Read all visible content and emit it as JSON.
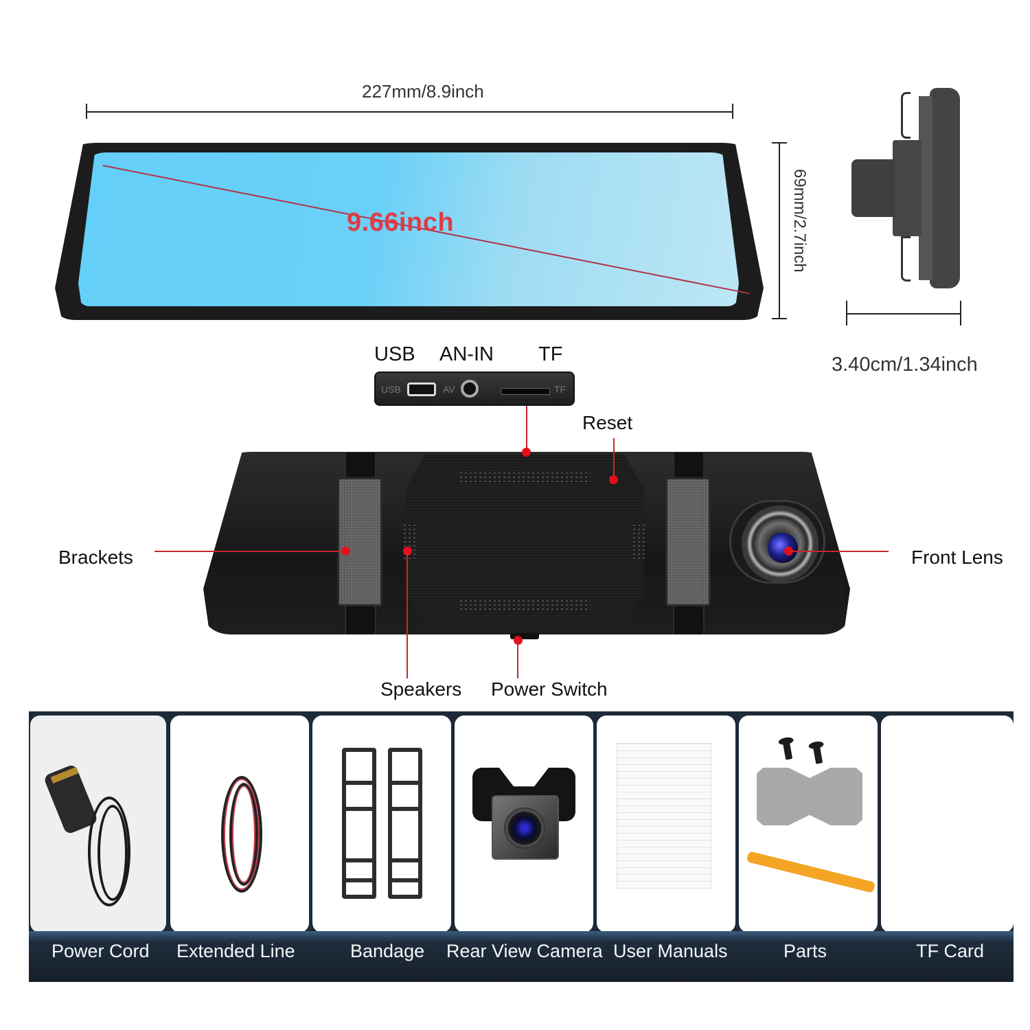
{
  "dimensions": {
    "width_label": "227mm/8.9inch",
    "height_label": "69mm/2.7inch",
    "depth_label": "3.40cm/1.34inch",
    "screen_diagonal_label": "9.66inch"
  },
  "ports": {
    "labels": [
      "USB",
      "AN-IN",
      "TF"
    ],
    "engraved": [
      "USB",
      "AV",
      "TF"
    ]
  },
  "callouts": {
    "reset": "Reset",
    "brackets": "Brackets",
    "front_lens": "Front Lens",
    "speakers": "Speakers",
    "power_switch": "Power Switch"
  },
  "accessories": [
    {
      "label": "Power Cord"
    },
    {
      "label": "Extended Line"
    },
    {
      "label": "Bandage"
    },
    {
      "label": "Rear View Camera"
    },
    {
      "label": "User Manuals"
    },
    {
      "label": "Parts"
    },
    {
      "label": "TF Card"
    }
  ],
  "colors": {
    "screen_blue": "#64cff8",
    "callout_red": "#e3101a",
    "diagonal_text_red": "#e03b45",
    "label_band_navy": "#17202b"
  }
}
